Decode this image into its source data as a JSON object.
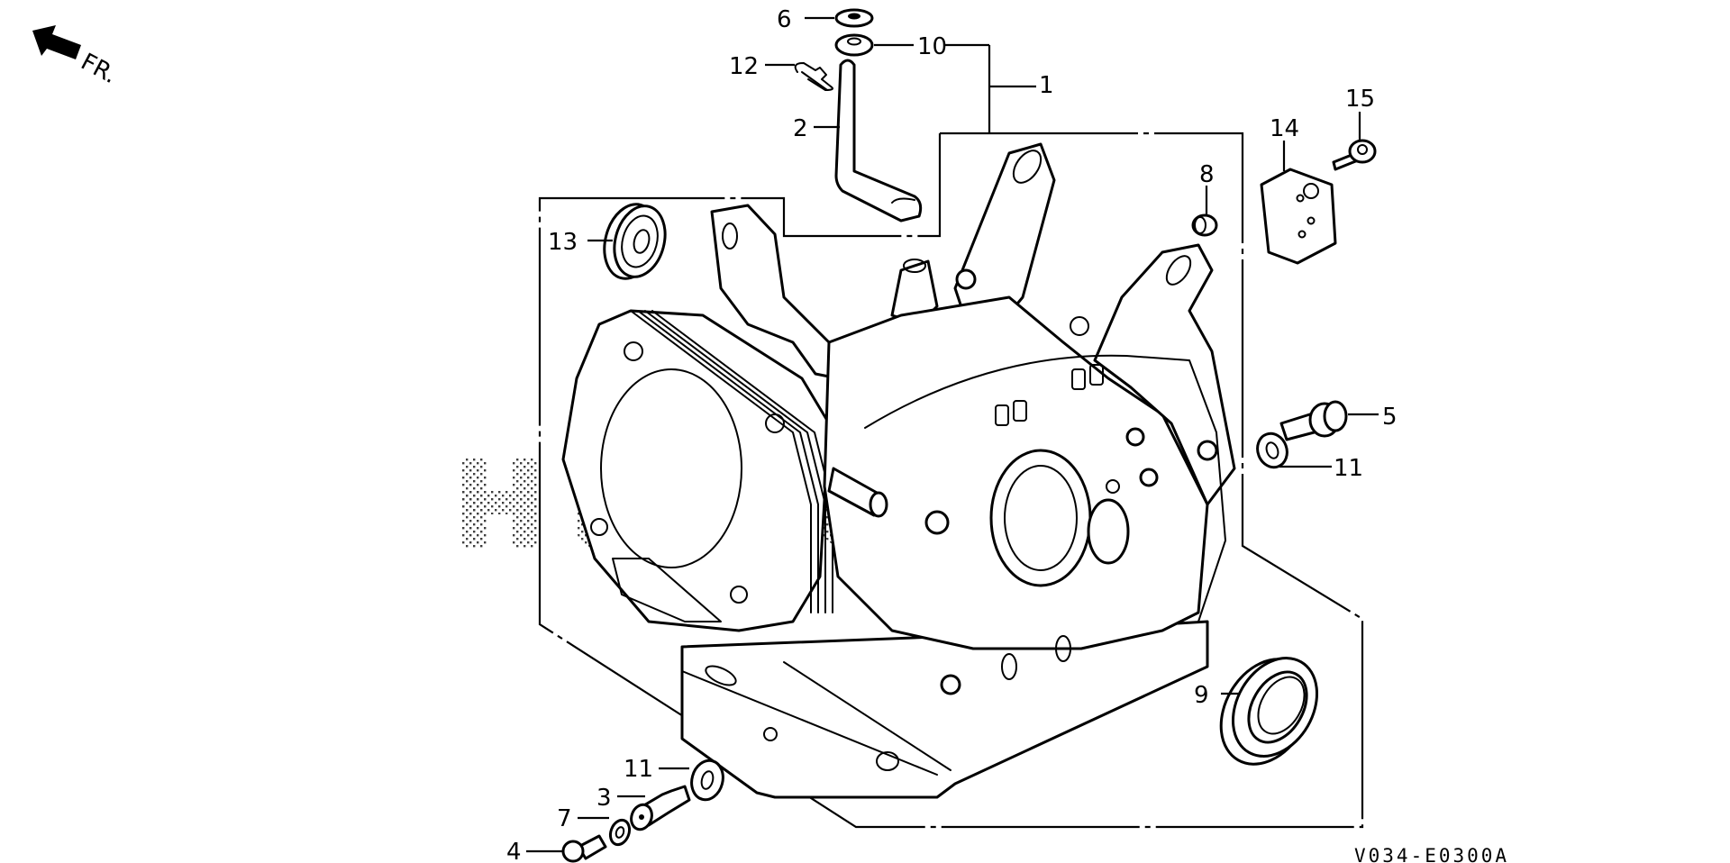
{
  "diagram": {
    "subject": "Engine crankcase (cylinder block) exploded parts view",
    "direction_indicator": {
      "icon": "front-arrow-icon",
      "label": "FR."
    },
    "watermark": {
      "text": "HONDA",
      "style": "dotted"
    },
    "figure_code": "V034-E0300A",
    "colors": {
      "ink": "#000000",
      "background": "#ffffff"
    },
    "callouts": [
      {
        "number": "1",
        "part": "crankcase assembly (group bracket)"
      },
      {
        "number": "2",
        "part": "governor arm shaft"
      },
      {
        "number": "3",
        "part": "drain plug extension"
      },
      {
        "number": "4",
        "part": "drain plug bolt"
      },
      {
        "number": "5",
        "part": "flange bolt"
      },
      {
        "number": "6",
        "part": "washer"
      },
      {
        "number": "7",
        "part": "sealing washer"
      },
      {
        "number": "8",
        "part": "dowel / pin"
      },
      {
        "number": "9",
        "part": "oil seal"
      },
      {
        "number": "10",
        "part": "washer"
      },
      {
        "number": "11",
        "part": "sealing washer",
        "occurrence": "right"
      },
      {
        "number": "11",
        "part": "sealing washer",
        "occurrence": "bottom"
      },
      {
        "number": "12",
        "part": "clip"
      },
      {
        "number": "13",
        "part": "ball bearing"
      },
      {
        "number": "14",
        "part": "breather plate"
      },
      {
        "number": "15",
        "part": "screw"
      }
    ]
  }
}
